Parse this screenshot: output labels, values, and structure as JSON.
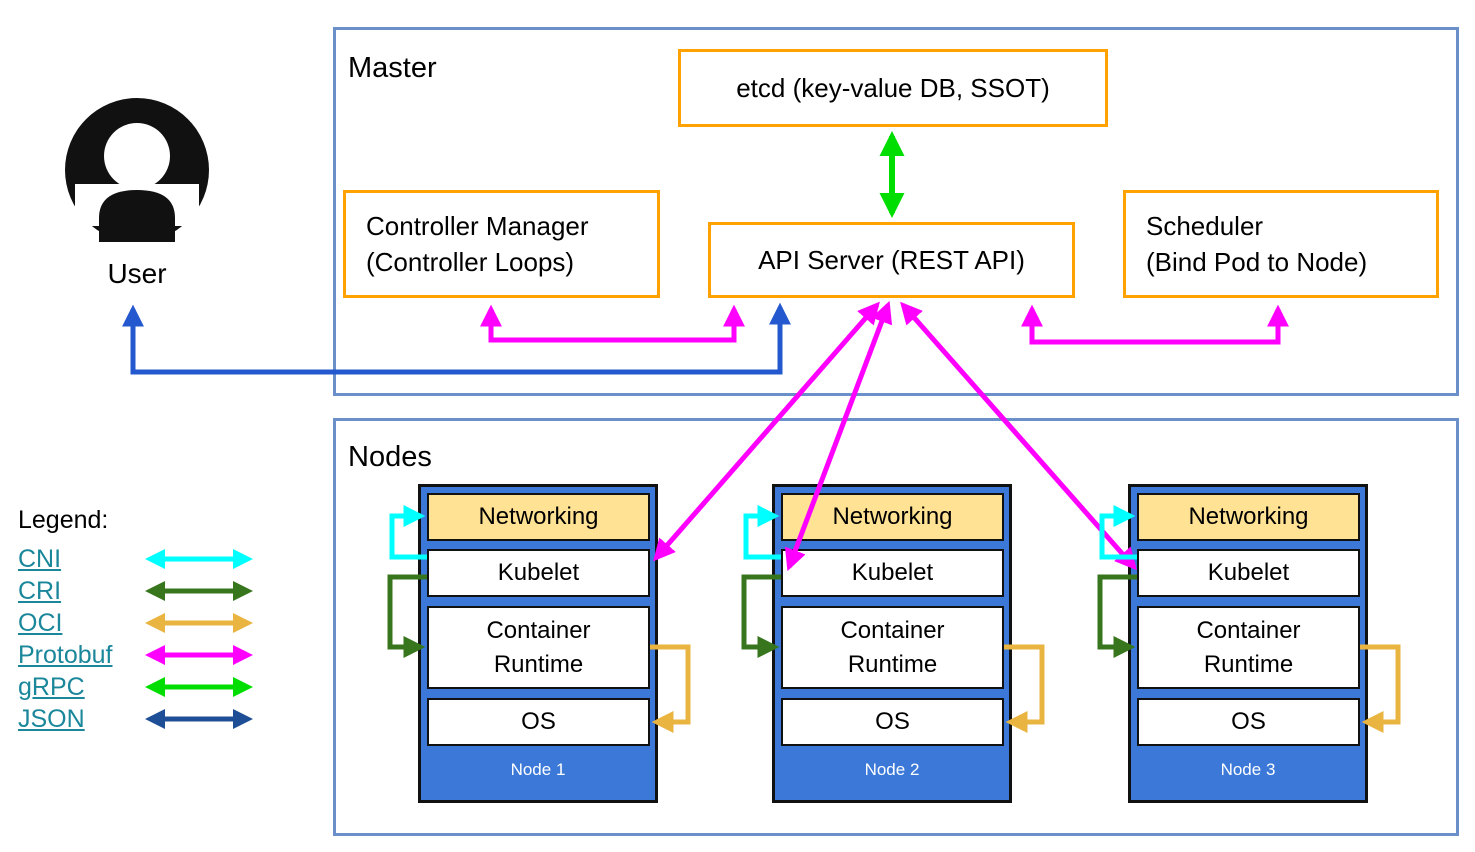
{
  "user": {
    "label": "User"
  },
  "master": {
    "title": "Master",
    "etcd_label": "etcd (key-value DB, SSOT)",
    "controller_manager_line1": "Controller Manager",
    "controller_manager_line2": "(Controller Loops)",
    "api_server_label": "API Server (REST API)",
    "scheduler_line1": "Scheduler",
    "scheduler_line2": "(Bind Pod to Node)"
  },
  "nodes_section": {
    "title": "Nodes",
    "layers": {
      "networking": "Networking",
      "kubelet": "Kubelet",
      "container_runtime": "Container Runtime",
      "os": "OS"
    },
    "nodes": [
      {
        "label": "Node 1"
      },
      {
        "label": "Node 2"
      },
      {
        "label": "Node 3"
      }
    ]
  },
  "legend": {
    "title": "Legend:",
    "items": [
      {
        "label": "CNI",
        "color": "#00ffff"
      },
      {
        "label": "CRI",
        "color": "#38761d"
      },
      {
        "label": "OCI",
        "color": "#eab440"
      },
      {
        "label": "Protobuf",
        "color": "#ff00ff"
      },
      {
        "label": "gRPC",
        "color": "#00dd00"
      },
      {
        "label": "JSON",
        "color": "#1e4f96"
      }
    ]
  },
  "colors": {
    "node_fill": "#3b78d8",
    "networking_fill": "#ffe293",
    "component_border": "#ffa200",
    "section_border": "#6b8fc9",
    "user_api_arrow": "#2458cf"
  }
}
